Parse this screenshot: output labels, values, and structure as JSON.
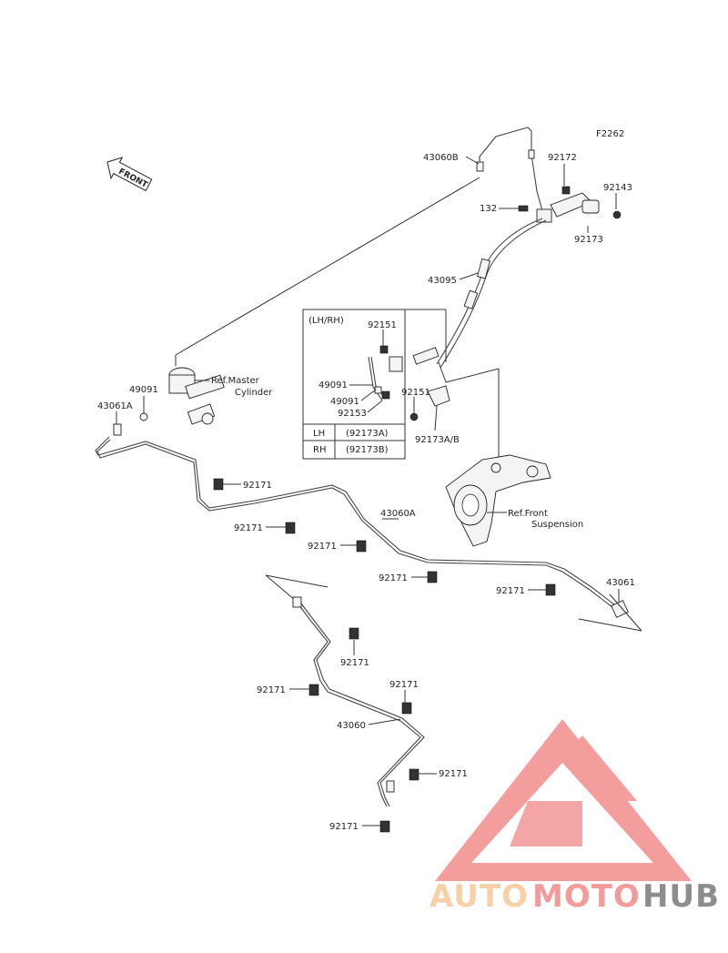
{
  "figure_code": "F2262",
  "direction_label": "FRONT",
  "inset": {
    "title": "(LH/RH)",
    "table": [
      {
        "side": "LH",
        "part": "(92173A)"
      },
      {
        "side": "RH",
        "part": "(92173B)"
      }
    ]
  },
  "callouts": {
    "p43060b": "43060B",
    "p92172": "92172",
    "p92143": "92143",
    "p132": "132",
    "p92173": "92173",
    "p43095": "43095",
    "p92151a": "92151",
    "p49091a": "49091",
    "p49091b": "49091",
    "p92153": "92153",
    "p92151b": "92151",
    "p92173ab": "92173A/B",
    "p49091c": "49091",
    "p43061a": "43061A",
    "ref_master_1": "Ref.Master",
    "ref_master_2": "Cylinder",
    "c92171_1": "92171",
    "c92171_2": "92171",
    "c92171_3": "92171",
    "p43060a": "43060A",
    "ref_front_1": "Ref.Front",
    "ref_front_2": "Suspension",
    "c92171_4": "92171",
    "c92171_5": "92171",
    "p43061": "43061",
    "c92171_6": "92171",
    "c92171_7": "92171",
    "c92171_8": "92171",
    "p43060": "43060",
    "c92171_9": "92171",
    "c92171_10": "92171"
  },
  "watermark": {
    "part1": "AUTO",
    "part2": "MOTO",
    "part3": "HUB",
    "colors": {
      "auto": "#f6c89a",
      "moto": "#f08a8a",
      "hub": "#7a7a7a",
      "triangle": "#f28c8c"
    }
  }
}
